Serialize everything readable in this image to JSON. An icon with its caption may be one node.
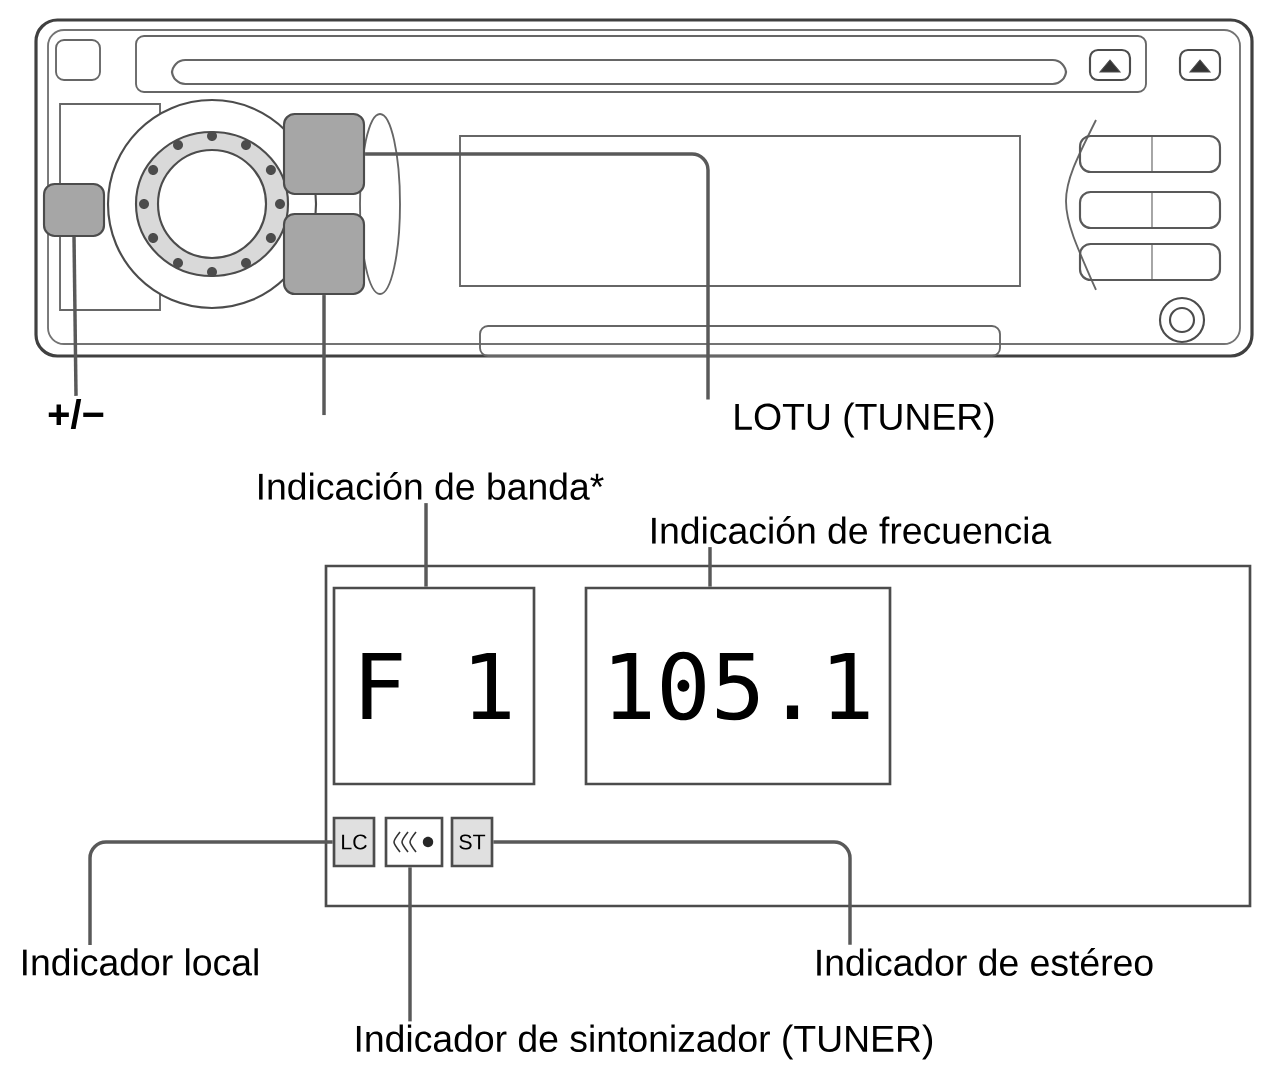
{
  "diagram": {
    "nodes": [
      {
        "text": [
          "+/−"
        ]
      },
      {
        "text": [],
        "shape": "button"
      },
      {
        "text": [],
        "shape": "button"
      },
      {
        "text": [],
        "shape": "button"
      },
      {
        "text": [
          "LOTU (TUNER)"
        ]
      },
      {
        "text": [
          "Indicación de banda*"
        ]
      },
      {
        "text": [
          "Indicación de frecuencia"
        ]
      },
      {
        "text": [],
        "shape": "box"
      },
      {
        "text": [
          "F 1"
        ],
        "in": 7
      },
      {
        "text": [
          "105.1"
        ],
        "in": 7
      },
      {
        "text": [
          "LC"
        ],
        "in": 7
      },
      {
        "text": [],
        "shape": "box",
        "in": 7
      },
      {
        "text": [
          "ST"
        ],
        "in": 7
      },
      {
        "text": [
          "Indicador local"
        ]
      },
      {
        "text": [
          "Indicador de estéreo"
        ]
      },
      {
        "text": [
          "Indicador de sintonizador (TUNER)"
        ]
      }
    ],
    "edges": [
      {
        "from": 0,
        "to": 1,
        "arrow": "none"
      },
      {
        "from": 3,
        "to": null,
        "arrow": "none"
      },
      {
        "from": 4,
        "to": 2,
        "arrow": "none"
      },
      {
        "from": 5,
        "to": 8,
        "arrow": "none"
      },
      {
        "from": 6,
        "to": 9,
        "arrow": "none"
      },
      {
        "from": 13,
        "to": 10,
        "arrow": "none"
      },
      {
        "from": 15,
        "to": 11,
        "arrow": "none"
      },
      {
        "from": 14,
        "to": 12,
        "arrow": "none"
      }
    ]
  }
}
